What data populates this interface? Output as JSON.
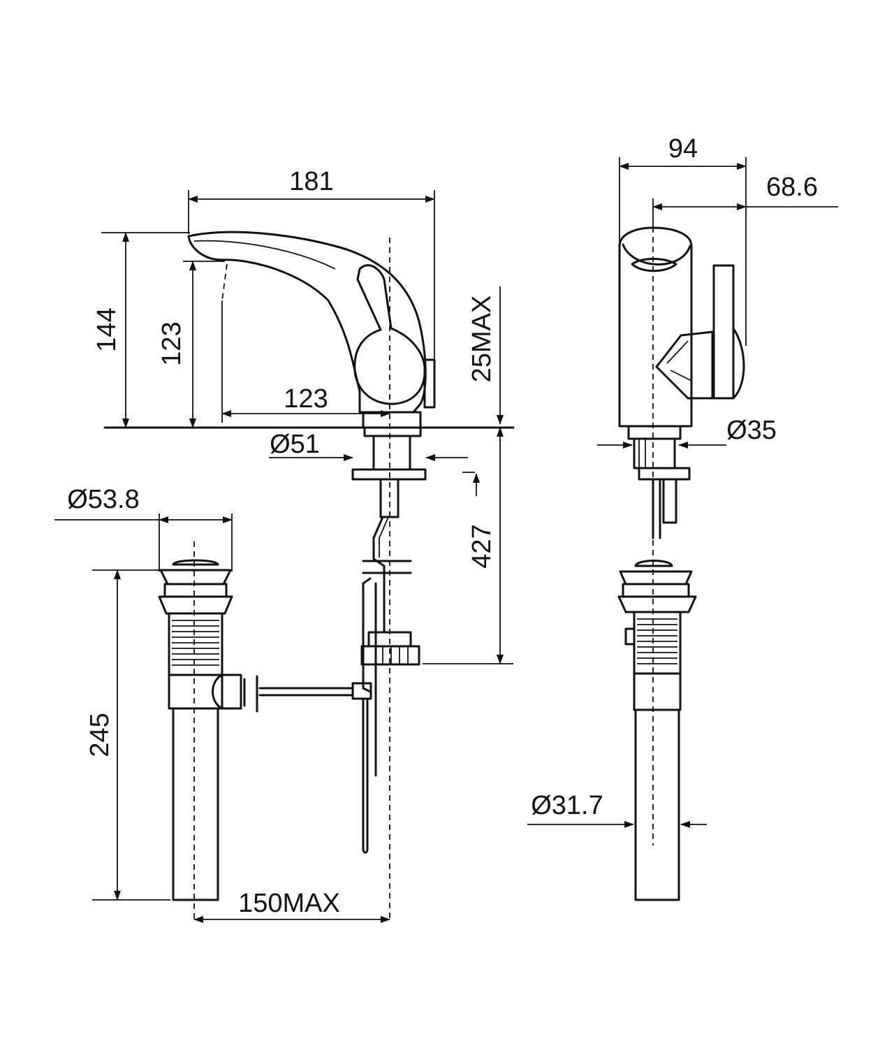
{
  "dimensions": {
    "d181": "181",
    "d144": "144",
    "d123_height": "123",
    "d123_reach": "123",
    "d25max": "25MAX",
    "d51": "Ø51",
    "d427": "427",
    "d53_8": "Ø53.8",
    "d245": "245",
    "d150max": "150MAX",
    "d94": "94",
    "d68_6": "68.6",
    "d35": "Ø35",
    "d31_7": "Ø31.7"
  },
  "colors": {
    "line": "#111111",
    "background": "#ffffff"
  },
  "icons": {
    "arrowhead": "arrow-icon"
  }
}
